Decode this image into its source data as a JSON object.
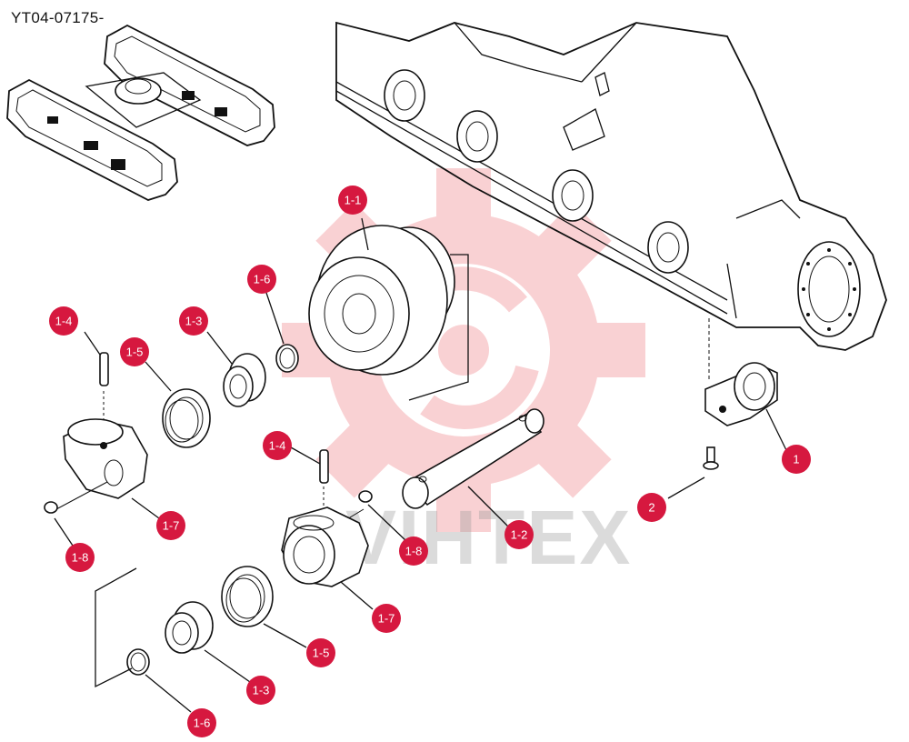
{
  "document": {
    "id": "YT04-07175-"
  },
  "watermark": {
    "text": "VIHTEX",
    "gear_color": "#e8333b"
  },
  "callouts": [
    {
      "label": "1-1"
    },
    {
      "label": "1-6"
    },
    {
      "label": "1-3"
    },
    {
      "label": "1-4"
    },
    {
      "label": "1-5"
    },
    {
      "label": "1-7"
    },
    {
      "label": "1-8"
    },
    {
      "label": "1-4"
    },
    {
      "label": "1-8"
    },
    {
      "label": "1-7"
    },
    {
      "label": "1-2"
    },
    {
      "label": "1-5"
    },
    {
      "label": "1-3"
    },
    {
      "label": "1-6"
    },
    {
      "label": "1"
    },
    {
      "label": "2"
    }
  ],
  "colors": {
    "callout": "#d6183f",
    "callout_text": "#ffffff",
    "line": "#111111"
  }
}
